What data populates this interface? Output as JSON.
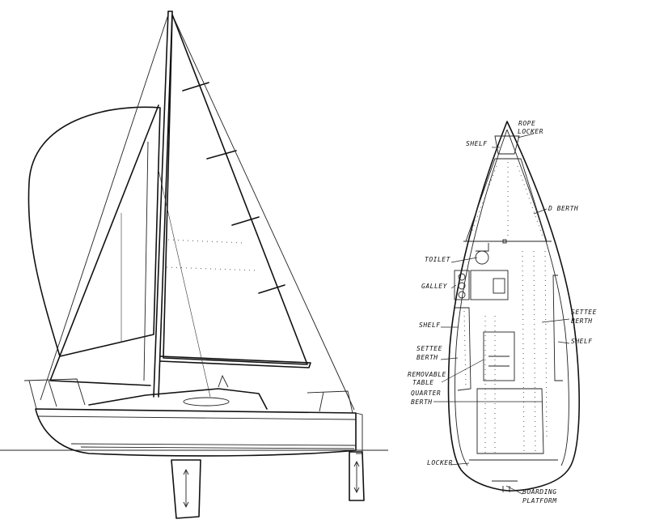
{
  "plan_labels": {
    "rope_locker": [
      "ROPE",
      "LOCKER"
    ],
    "shelf_fwd": "SHELF",
    "v_berth": "D BERTH",
    "toilet": "TOILET",
    "galley": "GALLEY",
    "shelf_port": "SHELF",
    "settee_berth_stbd": [
      "SETTEE",
      "BERTH"
    ],
    "shelf_stbd": "SHELF",
    "settee_berth_port": [
      "SETTEE",
      "BERTH"
    ],
    "removable_table": [
      "REMOVABLE",
      "TABLE"
    ],
    "quarter_berth": [
      "QUARTER",
      "BERTH"
    ],
    "locker": "LOCKER",
    "boarding_platform": [
      "BOARDING",
      "PLATFORM"
    ]
  }
}
